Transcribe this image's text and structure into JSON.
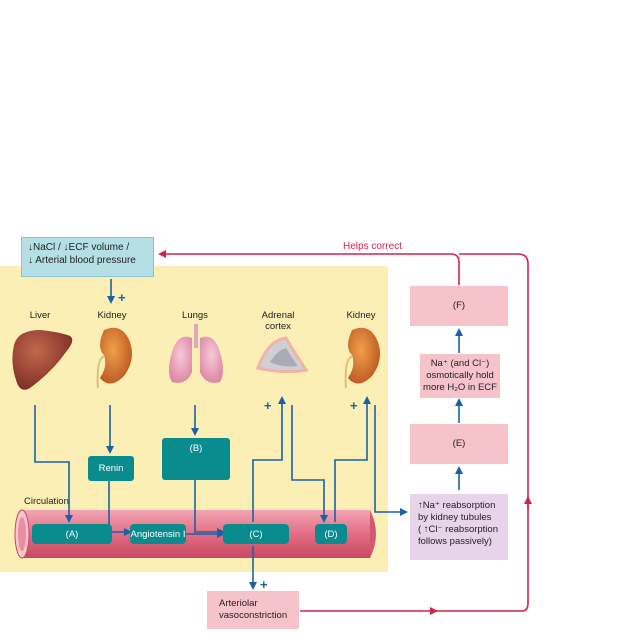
{
  "stimulus": {
    "line1": "↓NaCl /  ↓ECF volume /",
    "line2": "↓ Arterial blood pressure"
  },
  "organs": {
    "liver": "Liver",
    "kidney1": "Kidney",
    "lungs": "Lungs",
    "adrenal_line1": "Adrenal",
    "adrenal_line2": "cortex",
    "kidney2": "Kidney"
  },
  "boxes": {
    "renin": "Renin",
    "b": "(B)",
    "a": "(A)",
    "angiotensin": "Angiotensin I",
    "c": "(C)",
    "d": "(D)",
    "f": "(F)",
    "e": "(E)",
    "arteriolar_line1": "Arteriolar",
    "arteriolar_line2": "vasoconstriction"
  },
  "na_box": {
    "line1": "Na⁺ (and Cl⁻)",
    "line2": "osmotically hold",
    "line3": "more H₂O in ECF"
  },
  "reabsorb_box": {
    "line1": "↑Na⁺ reabsorption",
    "line2": "by kidney tubules",
    "line3": "(  ↑Cl⁻ reabsorption",
    "line4": "follows passively)"
  },
  "circulation": "Circulation",
  "helps_correct": "Helps correct",
  "plus": "+",
  "colors": {
    "arrow_blue": "#1a62a8",
    "feedback_red": "#d2234f",
    "teal": "#0a8c8e",
    "pink": "#f5c3c9"
  }
}
